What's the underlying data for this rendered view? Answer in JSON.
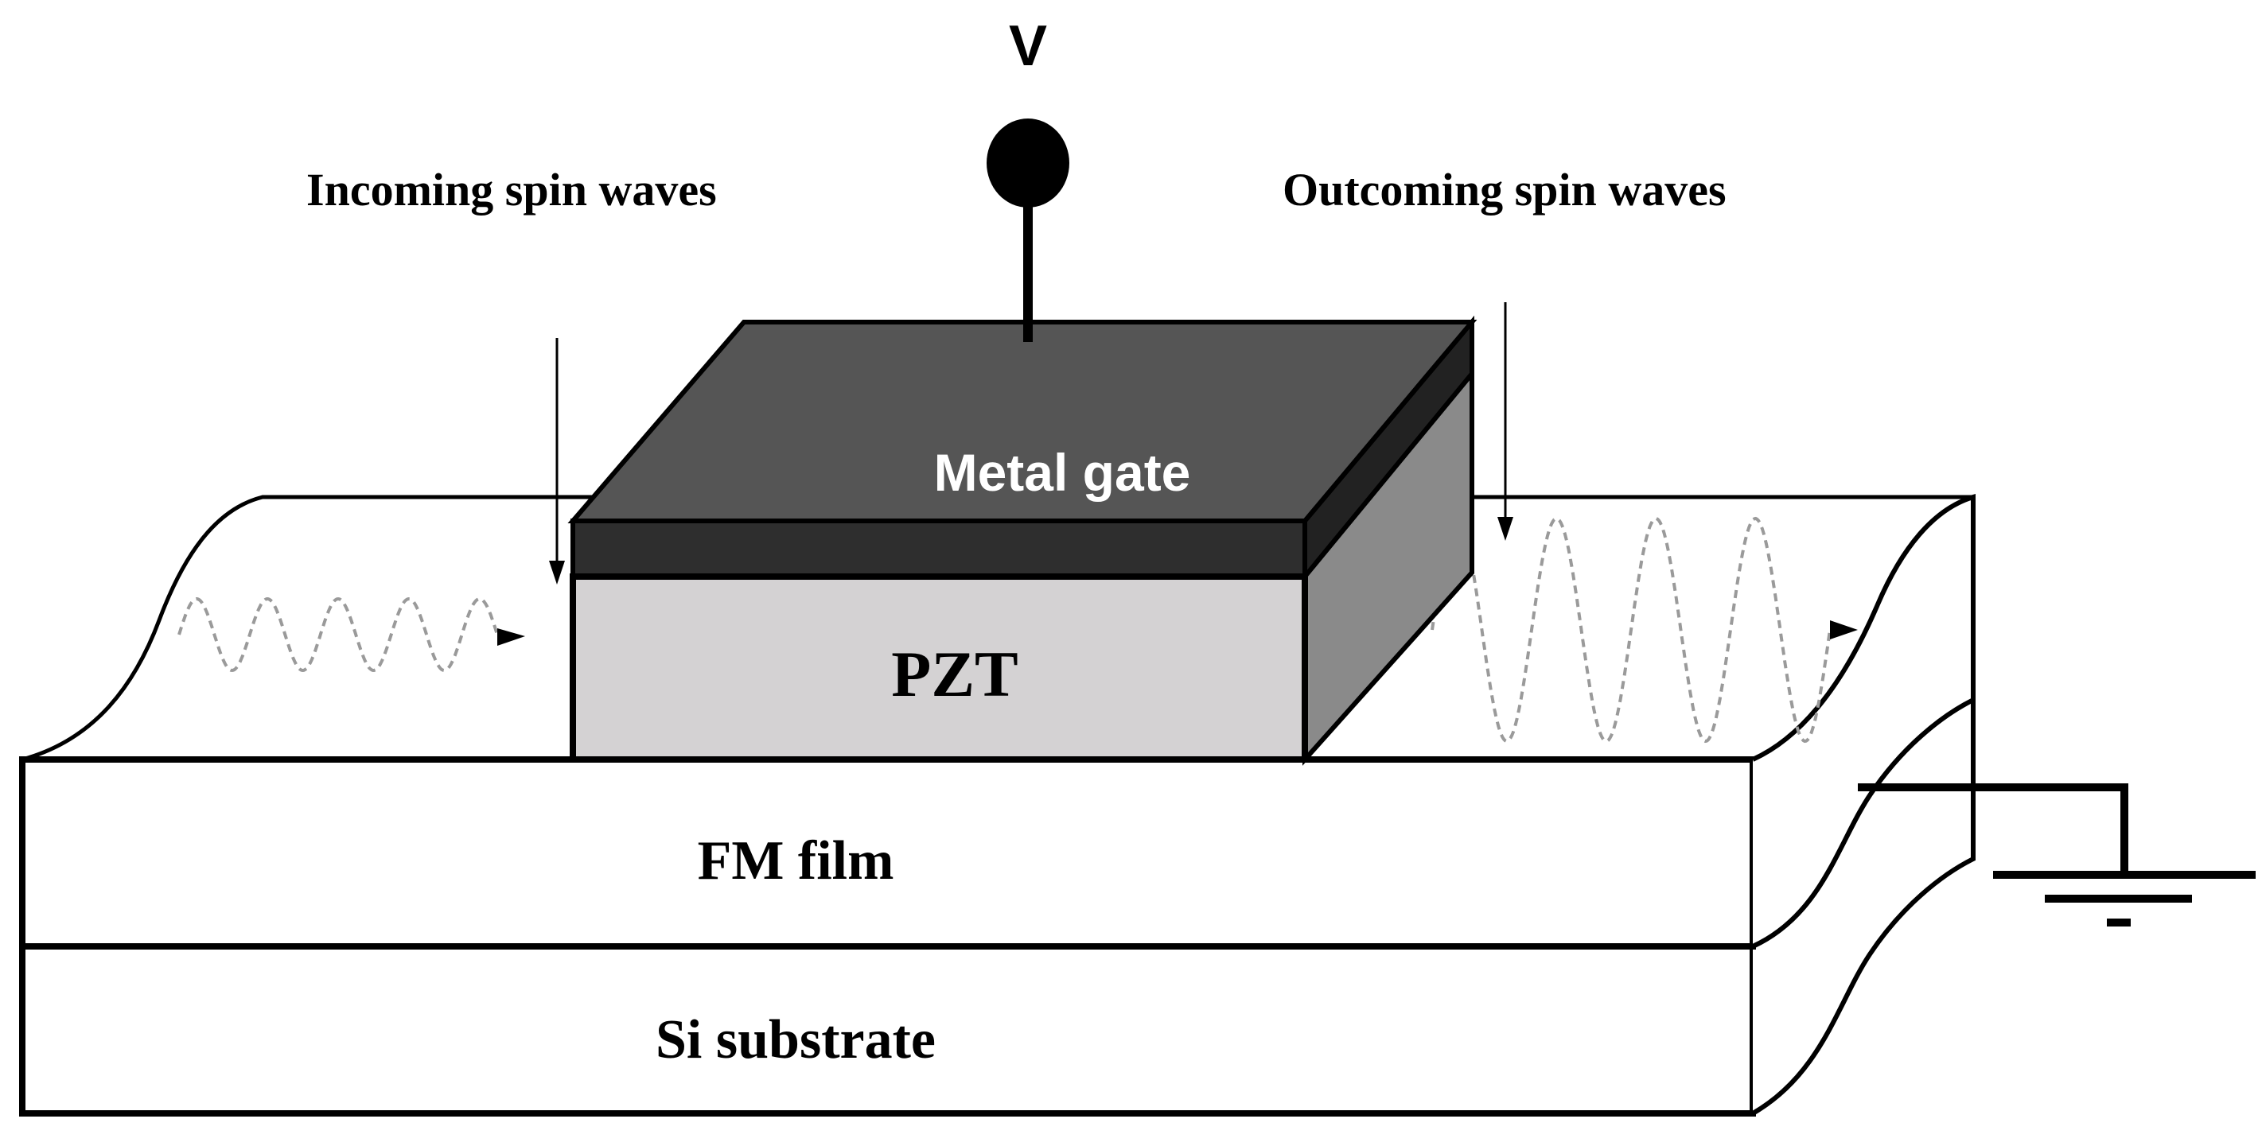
{
  "diagram": {
    "labels": {
      "voltage": "V",
      "incoming": "Incoming spin waves",
      "outcoming": "Outcoming spin waves",
      "metal_gate": "Metal gate",
      "pzt": "PZT",
      "fm_film": "FM film",
      "substrate": "Si substrate"
    },
    "colors": {
      "metal_gate_top": "#555555",
      "metal_gate_front": "#2e2e2e",
      "metal_gate_side": "#222222",
      "pzt_front": "#d4d2d3",
      "pzt_side": "#8a8a8a",
      "wave": "#9a9a9a",
      "outline": "#000000"
    }
  }
}
